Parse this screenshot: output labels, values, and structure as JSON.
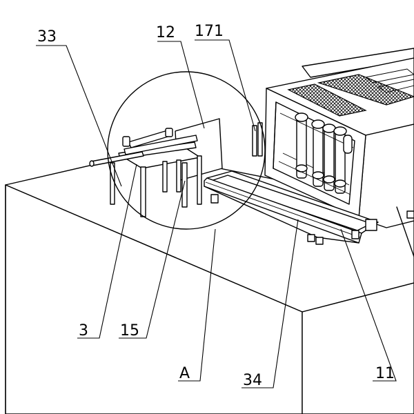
{
  "labels": {
    "l33": "33",
    "l12": "12",
    "l171": "171",
    "l3": "3",
    "l15": "15",
    "lA": "A",
    "l34": "34",
    "l11": "11"
  }
}
